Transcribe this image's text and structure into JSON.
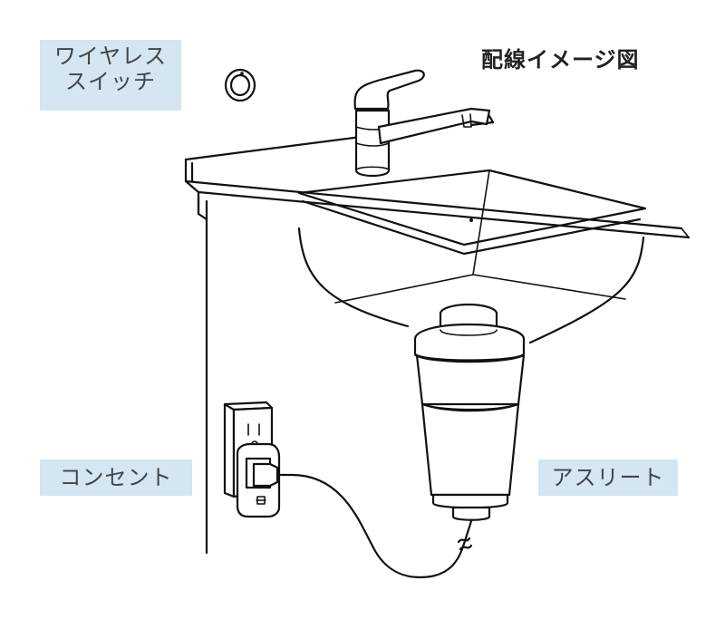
{
  "title": "配線イメージ図",
  "labels": {
    "wireless_switch": {
      "line1": "ワイヤレス",
      "line2": "スイッチ"
    },
    "outlet": "コンセント",
    "disposer": "アスリート"
  },
  "colors": {
    "label_background": "#d3e6f1",
    "line": "#111111",
    "label_text": "#444444"
  },
  "icons": [
    "wireless-switch-icon",
    "faucet",
    "sink",
    "garbage-disposer",
    "wall-outlet",
    "power-plug",
    "power-cord"
  ]
}
